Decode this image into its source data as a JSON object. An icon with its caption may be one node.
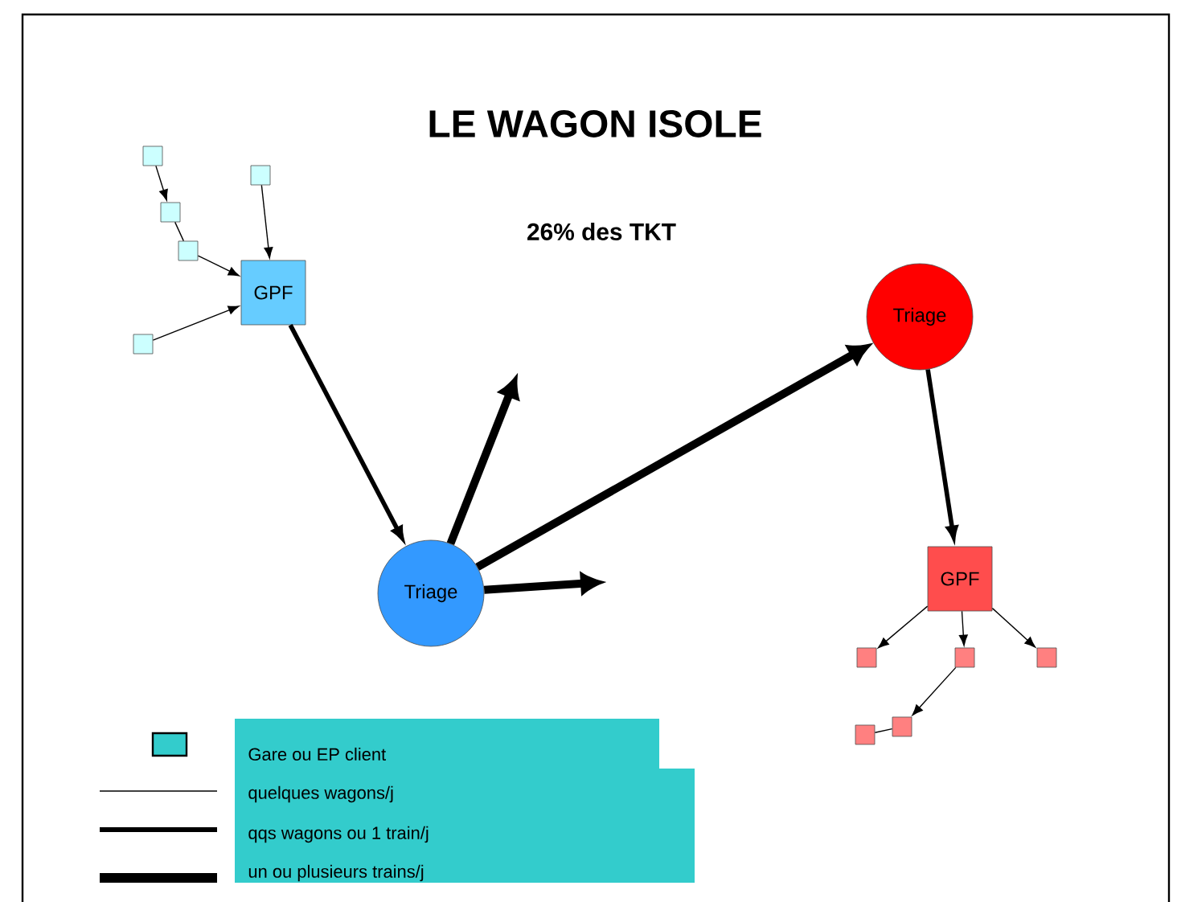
{
  "diagram": {
    "title": "LE WAGON ISOLE",
    "nodes": [
      {
        "text": [],
        "shape": "box"
      },
      {
        "text": [],
        "shape": "box"
      },
      {
        "text": [],
        "shape": "box"
      },
      {
        "text": [],
        "shape": "box"
      },
      {
        "text": [],
        "shape": "box"
      },
      {
        "text": [
          "GPF"
        ]
      },
      {
        "text": [
          "Triage"
        ]
      },
      {
        "text": [
          "Triage"
        ]
      },
      {
        "text": [
          "GPF"
        ]
      },
      {
        "text": [],
        "shape": "box"
      },
      {
        "text": [],
        "shape": "box"
      },
      {
        "text": [],
        "shape": "box"
      },
      {
        "text": [],
        "shape": "box"
      },
      {
        "text": [],
        "shape": "box"
      }
    ],
    "edges": [
      {
        "from": 0,
        "to": 1,
        "arrow": "to"
      },
      {
        "from": 1,
        "to": 2,
        "arrow": "none"
      },
      {
        "from": 2,
        "to": 5,
        "arrow": "to"
      },
      {
        "from": 3,
        "to": 5,
        "arrow": "to"
      },
      {
        "from": 4,
        "to": 5,
        "arrow": "to"
      },
      {
        "from": 5,
        "to": 6,
        "arrow": "to",
        "style": "thick"
      },
      {
        "from": 6,
        "to": null,
        "arrow": "to",
        "style": "thick"
      },
      {
        "from": 6,
        "to": 7,
        "arrow": "to",
        "style": "thick"
      },
      {
        "from": 6,
        "to": null,
        "arrow": "to",
        "style": "thick"
      },
      {
        "from": 7,
        "to": 8,
        "arrow": "to",
        "style": "thick"
      },
      {
        "from": 8,
        "to": 9,
        "arrow": "to"
      },
      {
        "from": 8,
        "to": 10,
        "arrow": "to"
      },
      {
        "from": 8,
        "to": 11,
        "arrow": "to"
      },
      {
        "from": 10,
        "to": 12,
        "arrow": "to"
      },
      {
        "from": 12,
        "to": 13,
        "arrow": "none"
      }
    ],
    "labels": [
      "26% des TKT"
    ],
    "legend": [
      {
        "text": "Gare  ou  EP client"
      },
      {
        "text": "quelques wagons/j"
      },
      {
        "text": "qqs wagons ou 1 train/j"
      },
      {
        "text": "un ou plusieurs trains/j"
      }
    ]
  }
}
